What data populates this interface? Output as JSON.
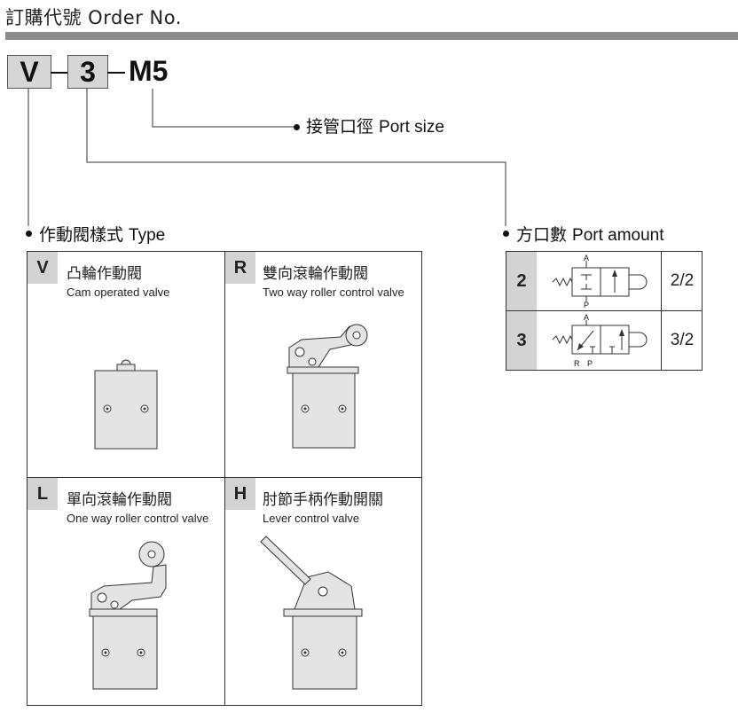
{
  "header": {
    "title": "訂購代號  Order No."
  },
  "code": {
    "part1": "V",
    "part2": "3",
    "part3": "M5"
  },
  "labels": {
    "port_size": {
      "zh": "接管口徑",
      "en": "Port size"
    },
    "type": {
      "zh": "作動閥樣式",
      "en": "Type"
    },
    "port_amount": {
      "zh": "方口數",
      "en": "Port amount"
    }
  },
  "types": [
    {
      "code": "V",
      "zh": "凸輪作動閥",
      "en": "Cam operated valve"
    },
    {
      "code": "R",
      "zh": "雙向滾輪作動閥",
      "en": "Two way roller control valve"
    },
    {
      "code": "L",
      "zh": "單向滾輪作動閥",
      "en": "One way roller control valve"
    },
    {
      "code": "H",
      "zh": "肘節手柄作動開關",
      "en": "Lever control valve"
    }
  ],
  "port_amounts": [
    {
      "code": "2",
      "ratio": "2/2",
      "ports": [
        "A",
        "P"
      ]
    },
    {
      "code": "3",
      "ratio": "3/2",
      "ports": [
        "A",
        "R",
        "P"
      ]
    }
  ],
  "colors": {
    "badge": "#d3d3d3",
    "body": "#e4e4e4",
    "bar": "#8c8c8c"
  }
}
